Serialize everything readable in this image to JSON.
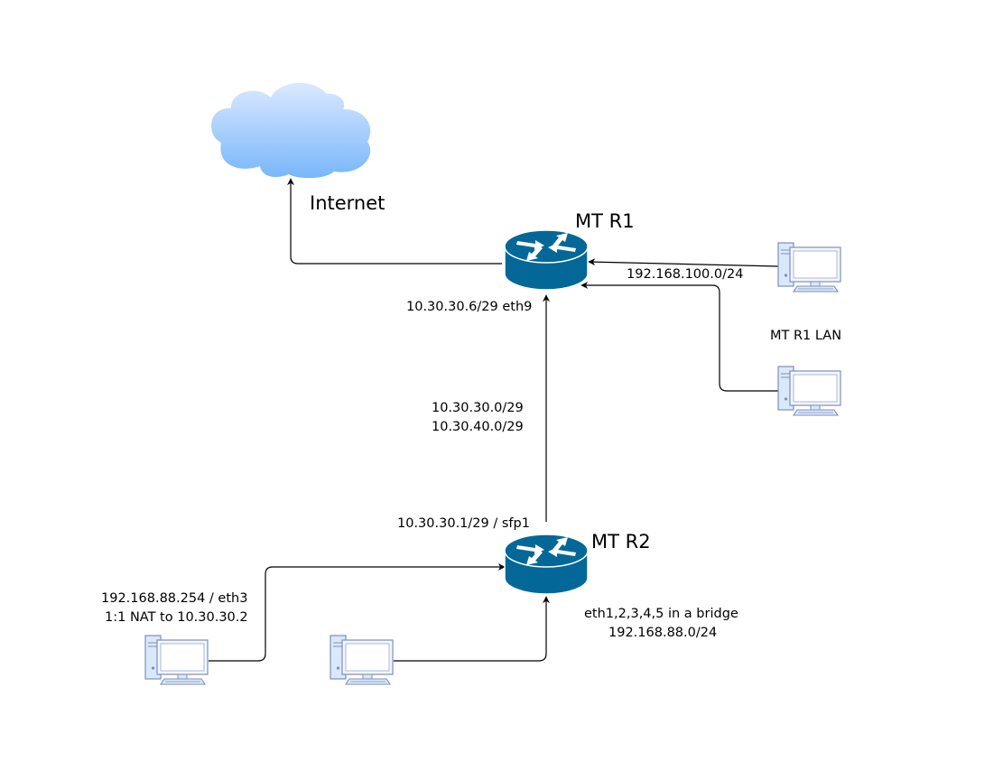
{
  "internet": {
    "label": "Internet"
  },
  "routers": {
    "r1": {
      "name": "MT R1",
      "iface": "10.30.30.6/29 eth9"
    },
    "r2": {
      "name": "MT R2",
      "iface": "10.30.30.1/29 / sfp1",
      "bridge_line1": "eth1,2,3,4,5 in a bridge",
      "bridge_line2": "192.168.88.0/24"
    }
  },
  "links": {
    "transit_line1": "10.30.30.0/29",
    "transit_line2": "10.30.40.0/29",
    "r1_lan_subnet": "192.168.100.0/24"
  },
  "lan": {
    "label": "MT R1 LAN"
  },
  "nat_host": {
    "line1": "192.168.88.254 / eth3",
    "line2": "1:1 NAT to 10.30.30.2"
  },
  "colors": {
    "router": "#036897",
    "cloud_top": "#dbe9ff",
    "cloud_bottom": "#78b6fa",
    "pc_fill": "#dae8fc",
    "pc_stroke": "#7f8fb8"
  }
}
